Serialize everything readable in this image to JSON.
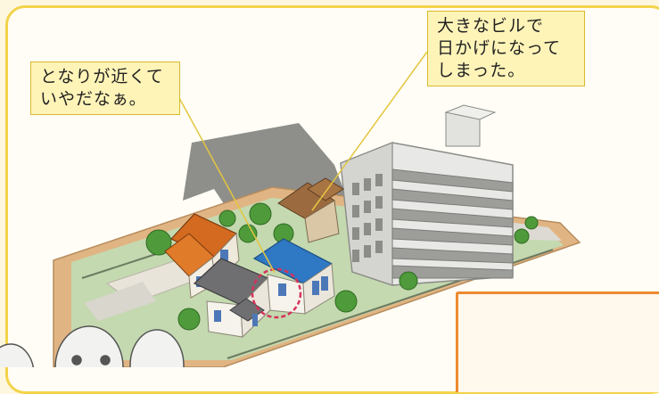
{
  "callouts": {
    "left": {
      "lines": [
        "となりが近くて",
        "いやだなぁ。"
      ]
    },
    "right": {
      "lines": [
        "大きなビルで",
        "日かげになって",
        "しまった。"
      ]
    }
  },
  "colors": {
    "frame_border": "#f3d34a",
    "callout_bg": "#fff4b8",
    "panel_border": "#ee8a2e",
    "highlight_circle": "#d6335a"
  },
  "icons": [
    "apartment-building",
    "houses",
    "trees",
    "people-heads"
  ]
}
